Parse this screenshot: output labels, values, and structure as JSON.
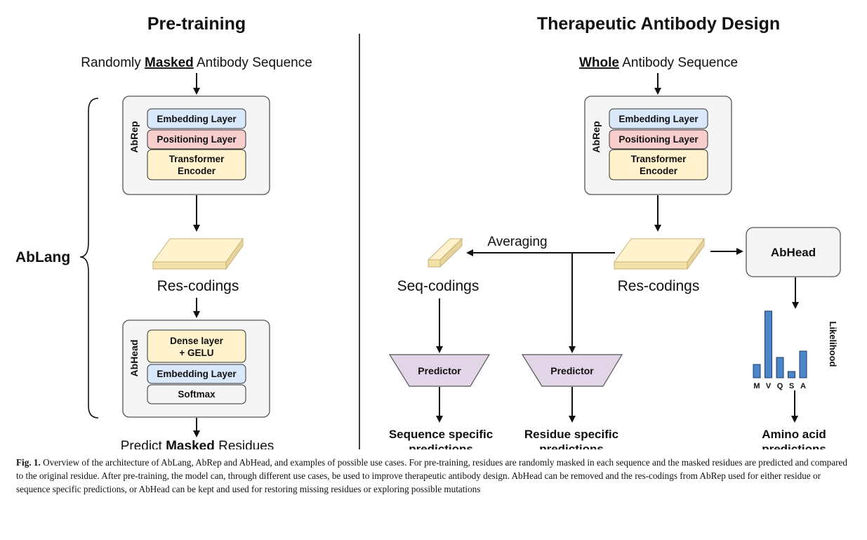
{
  "left_panel": {
    "title": "Pre-training",
    "input_prefix": "Randomly ",
    "input_emph": "Masked",
    "input_suffix": " Antibody Sequence",
    "abrep_label": "AbRep",
    "abrep_layers": [
      "Embedding Layer",
      "Positioning Layer",
      "Transformer",
      "Encoder"
    ],
    "rescodings_label": "Res-codings",
    "abhead_label": "AbHead",
    "abhead_layers": [
      "Dense layer",
      "+ GELU",
      "Embedding Layer",
      "Softmax"
    ],
    "output_prefix": "Predict ",
    "output_emph": "Masked",
    "output_suffix": " Residues",
    "model_label": "AbLang"
  },
  "right_panel": {
    "title": "Therapeutic Antibody Design",
    "input_emph": "Whole",
    "input_suffix": " Antibody Sequence",
    "abrep_label": "AbRep",
    "abrep_layers": [
      "Embedding Layer",
      "Positioning Layer",
      "Transformer",
      "Encoder"
    ],
    "averaging_label": "Averaging",
    "seqcodings_label": "Seq-codings",
    "rescodings_label": "Res-codings",
    "abhead_label": "AbHead",
    "predictor_label_1": "Predictor",
    "predictor_label_2": "Predictor",
    "seq_output": [
      "Sequence specific",
      "predictions"
    ],
    "res_output": [
      "Residue specific",
      "predictions"
    ],
    "aa_output": [
      "Amino acid",
      "predictions"
    ],
    "likelihood_label": "Likelihood"
  },
  "likelihood_chart": {
    "categories": [
      "M",
      "V",
      "Q",
      "S",
      "A"
    ],
    "values": [
      0.19,
      0.95,
      0.29,
      0.09,
      0.38
    ],
    "bar_color": "#4a86c8"
  },
  "colors": {
    "embedding": "#dae8fc",
    "positioning": "#f8cecc",
    "transformer": "#fff2cc",
    "softmax": "#f5f5f5",
    "panel_bg": "#f5f5f5",
    "predictor": "#e1d5e7",
    "codings": "#fff2cc"
  },
  "caption": {
    "label": "Fig. 1.",
    "text": " Overview of the architecture of AbLang, AbRep and AbHead, and examples of possible use cases. For pre-training, residues are randomly masked in each sequence and the masked residues are predicted and compared to the original residue. After pre-training, the model can, through different use cases, be used to improve therapeutic antibody design. AbHead can be removed and the res-codings from AbRep used for either residue or sequence specific predictions, or AbHead can be kept and used for restoring missing residues or exploring possible mutations"
  }
}
